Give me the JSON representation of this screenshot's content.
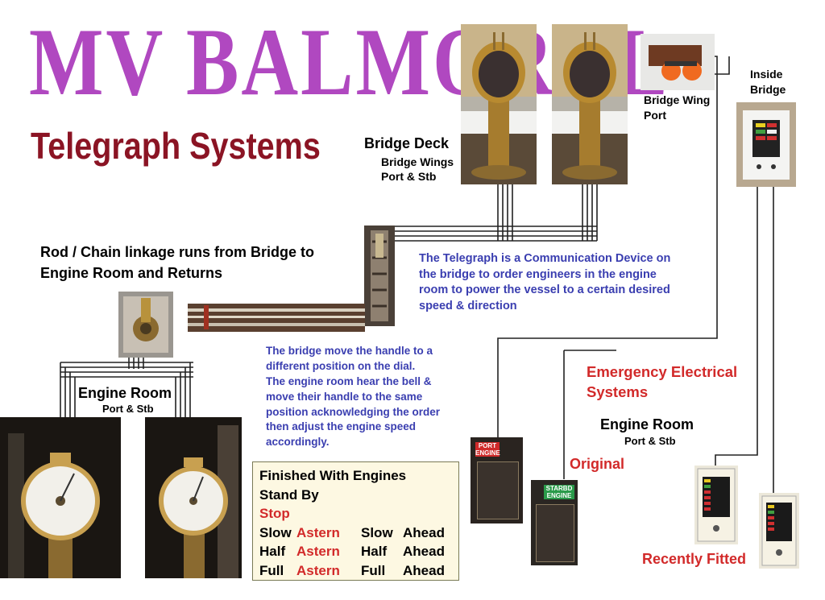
{
  "title": "MV BALMORAL",
  "subtitle": "Telegraph Systems",
  "labels": {
    "bridge_deck": "Bridge Deck",
    "bridge_wings": "Bridge Wings",
    "port_stb_1": "Port & Stb",
    "bridge_wing_port_1": "Bridge Wing",
    "bridge_wing_port_2": "Port",
    "inside_bridge_1": "Inside",
    "inside_bridge_2": "Bridge",
    "linkage_line1": "Rod / Chain linkage runs from Bridge to",
    "linkage_line2": "Engine Room and Returns",
    "engine_room_left": "Engine Room",
    "engine_room_left_sub": "Port & Stb",
    "engine_room_right": "Engine Room",
    "engine_room_right_sub": "Port & Stb",
    "emergency_1": "Emergency Electrical",
    "emergency_2": "Systems",
    "original": "Original",
    "recently_fitted": "Recently Fitted"
  },
  "descriptions": {
    "telegraph": [
      "The Telegraph is a Communication Device on",
      "the bridge to order engineers in the engine",
      "room to power the vessel to a certain desired",
      "speed & direction"
    ],
    "operation": [
      "The bridge move the handle to a",
      "different position on the dial.",
      "The engine room hear the bell &",
      "move their handle to the same",
      "position acknowledging the order",
      "then adjust the engine speed",
      "accordingly."
    ]
  },
  "legend": {
    "finished": "Finished With Engines",
    "stand_by": "Stand By",
    "stop": "Stop",
    "rows": [
      {
        "a": "Slow",
        "b": "Astern",
        "c": "Slow",
        "d": "Ahead"
      },
      {
        "a": "Half",
        "b": "Astern",
        "c": "Half",
        "d": "Ahead"
      },
      {
        "a": "Full",
        "b": "Astern",
        "c": "Full",
        "d": "Ahead"
      }
    ]
  },
  "panels": {
    "port_engine_1": "PORT",
    "port_engine_2": "ENGINE",
    "stbd_engine_1": "STARBD",
    "stbd_engine_2": "ENGINE"
  },
  "colors": {
    "title": "#b048c0",
    "subtitle": "#8b1424",
    "description": "#3a3eb0",
    "highlight": "#d22a2a",
    "legend_bg": "#fdf8e2"
  }
}
